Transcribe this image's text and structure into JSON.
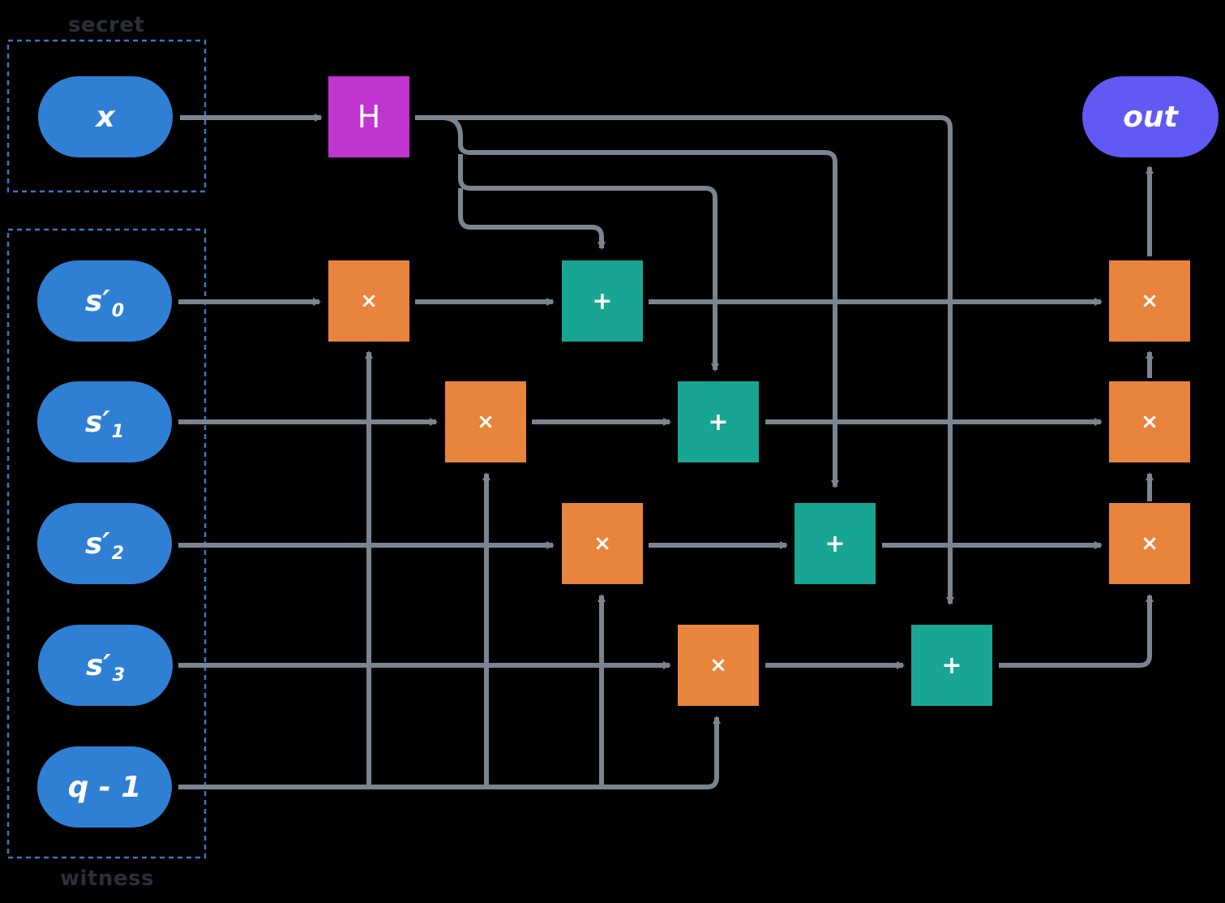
{
  "labels": {
    "secret": "secret",
    "witness": "witness"
  },
  "inputs": {
    "x": "x",
    "s0": "s′",
    "s0_sub": "0",
    "s1": "s′",
    "s1_sub": "1",
    "s2": "s′",
    "s2_sub": "2",
    "s3": "s′",
    "s3_sub": "3",
    "q": "q - 1"
  },
  "output": "out",
  "ops": {
    "hash": "H",
    "mul": "×",
    "add": "+"
  },
  "colors": {
    "background": "#000000",
    "input": "#2f80d4",
    "output": "#6159f4",
    "mul": "#e8843c",
    "add": "#18a594",
    "hash": "#c034d0",
    "wire": "#7b8491",
    "dashed_box": "#3a78c0"
  }
}
